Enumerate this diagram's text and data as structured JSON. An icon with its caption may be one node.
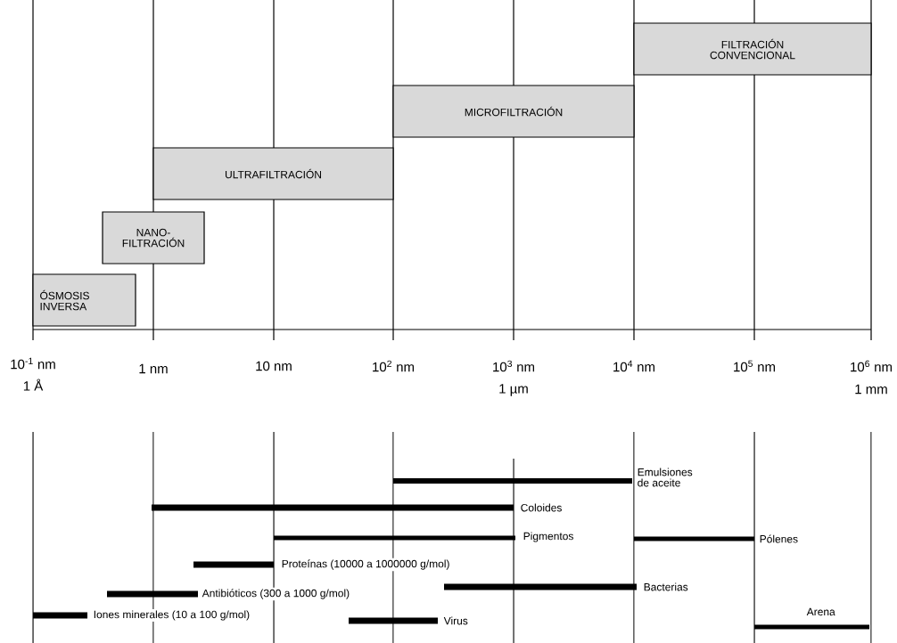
{
  "diagram": {
    "nodes": [
      {
        "text": [
          "ÓSMOSIS INVERSA"
        ]
      },
      {
        "text": [
          "NANO-FILTRACIÓN"
        ]
      },
      {
        "text": [
          "ULTRAFILTRACIÓN"
        ]
      },
      {
        "text": [
          "MICROFILTRACIÓN"
        ]
      },
      {
        "text": [
          "FILTRACIÓN CONVENCIONAL"
        ]
      },
      {
        "text": [],
        "shape": "bar",
        "beside": [
          "Emulsiones de aceite"
        ]
      },
      {
        "text": [],
        "shape": "bar",
        "beside": [
          "Coloides"
        ]
      },
      {
        "text": [],
        "shape": "bar",
        "beside": [
          "Pigmentos"
        ]
      },
      {
        "text": [],
        "shape": "bar",
        "beside": [
          "Pólenes"
        ]
      },
      {
        "text": [],
        "shape": "bar",
        "beside": [
          "Proteínas (10000 a 1000000 g/mol)"
        ]
      },
      {
        "text": [],
        "shape": "bar",
        "beside": [
          "Bacterias"
        ]
      },
      {
        "text": [],
        "shape": "bar",
        "beside": [
          "Antibióticos (300 a 1000 g/mol)"
        ]
      },
      {
        "text": [],
        "shape": "bar",
        "beside": [
          "Arena"
        ]
      },
      {
        "text": [],
        "shape": "bar",
        "beside": [
          "Iones minerales (10 a 100 g/mol)"
        ]
      },
      {
        "text": [],
        "shape": "bar",
        "beside": [
          "Virus"
        ]
      }
    ],
    "labels": [
      "10$^{-1}$ nm",
      "1 nm",
      "10 nm",
      "10$^{2}$ nm",
      "10$^{3}$ nm",
      "10$^{4}$ nm",
      "10$^{5}$ nm",
      "10$^{6}$ nm",
      "1 Å",
      "1 µm",
      "1 mm"
    ]
  }
}
